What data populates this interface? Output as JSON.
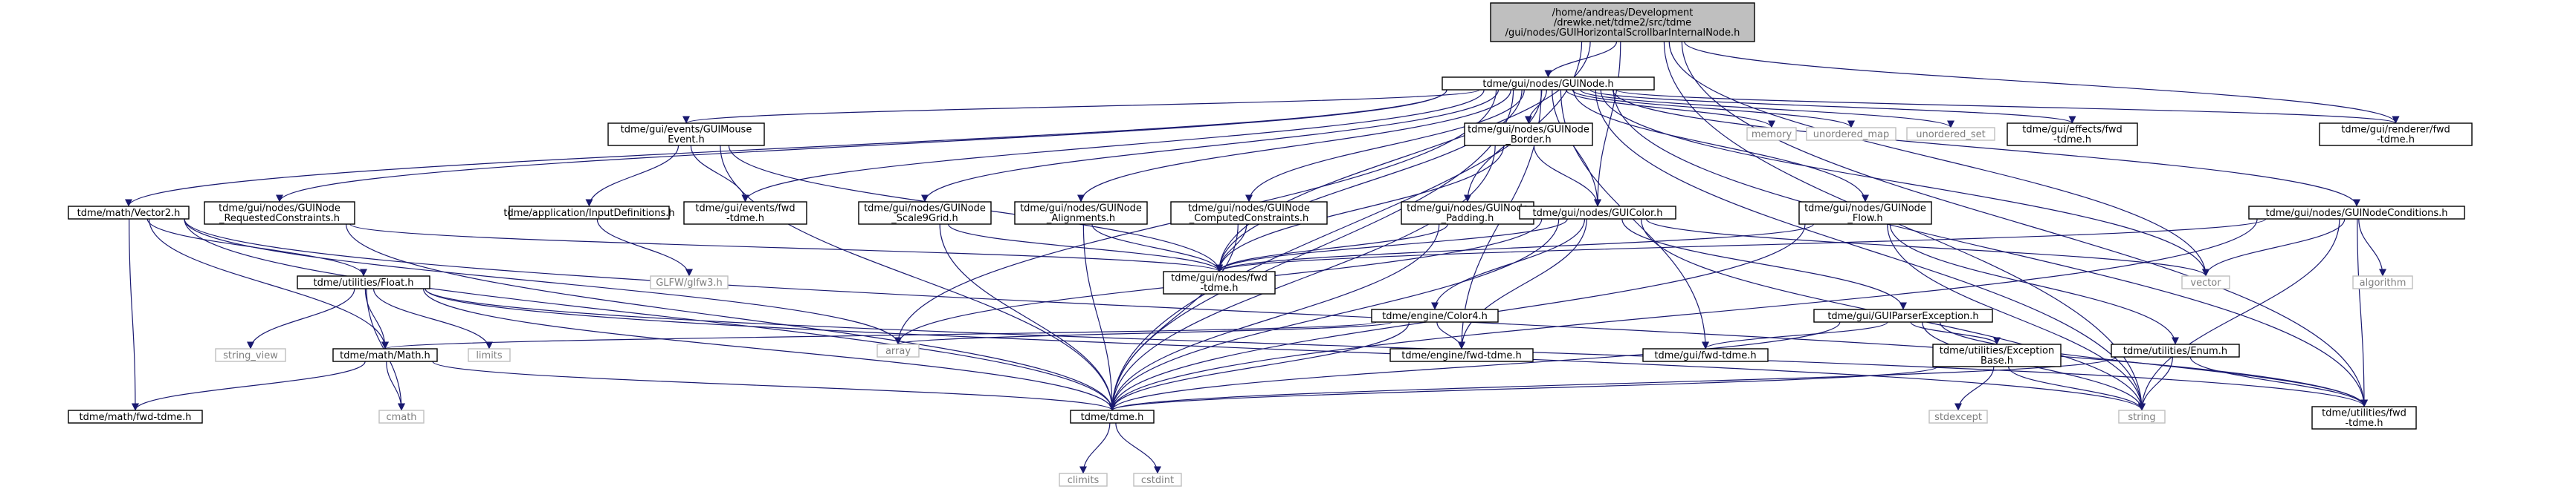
{
  "colors": {
    "edge": "#191970",
    "root_fill": "#bfbfbf",
    "node_border": "#000000",
    "external_border": "#bfbfbf",
    "external_text": "#7f7f7f",
    "text": "#000000"
  },
  "nodes": [
    {
      "id": "root",
      "lines": [
        "/home/andreas/Development",
        "/drewke.net/tdme2/src/tdme",
        "/gui/nodes/GUIHorizontalScrollbarInternalNode.h"
      ],
      "kind": "root"
    },
    {
      "id": "guinode",
      "lines": [
        "tdme/gui/nodes/GUINode.h"
      ],
      "kind": "file"
    },
    {
      "id": "renderer_fwd",
      "lines": [
        "tdme/gui/renderer/fwd",
        "-tdme.h"
      ],
      "kind": "file"
    },
    {
      "id": "mouse_event",
      "lines": [
        "tdme/gui/events/GUIMouse",
        "Event.h"
      ],
      "kind": "file"
    },
    {
      "id": "node_border",
      "lines": [
        "tdme/gui/nodes/GUINode",
        "_Border.h"
      ],
      "kind": "file"
    },
    {
      "id": "memory",
      "lines": [
        "memory"
      ],
      "kind": "external"
    },
    {
      "id": "unordered_map",
      "lines": [
        "unordered_map"
      ],
      "kind": "external"
    },
    {
      "id": "unordered_set",
      "lines": [
        "unordered_set"
      ],
      "kind": "external"
    },
    {
      "id": "effects_fwd",
      "lines": [
        "tdme/gui/effects/fwd",
        "-tdme.h"
      ],
      "kind": "file"
    },
    {
      "id": "vector2",
      "lines": [
        "tdme/math/Vector2.h"
      ],
      "kind": "file"
    },
    {
      "id": "requested",
      "lines": [
        "tdme/gui/nodes/GUINode",
        "_RequestedConstraints.h"
      ],
      "kind": "file"
    },
    {
      "id": "input_defs",
      "lines": [
        "tdme/application/InputDefinitions.h"
      ],
      "kind": "file"
    },
    {
      "id": "events_fwd",
      "lines": [
        "tdme/gui/events/fwd",
        "-tdme.h"
      ],
      "kind": "file"
    },
    {
      "id": "scale9",
      "lines": [
        "tdme/gui/nodes/GUINode",
        "_Scale9Grid.h"
      ],
      "kind": "file"
    },
    {
      "id": "alignments",
      "lines": [
        "tdme/gui/nodes/GUINode",
        "_Alignments.h"
      ],
      "kind": "file"
    },
    {
      "id": "computed",
      "lines": [
        "tdme/gui/nodes/GUINode",
        "_ComputedConstraints.h"
      ],
      "kind": "file"
    },
    {
      "id": "padding",
      "lines": [
        "tdme/gui/nodes/GUINode",
        "_Padding.h"
      ],
      "kind": "file"
    },
    {
      "id": "guicolor",
      "lines": [
        "tdme/gui/nodes/GUIColor.h"
      ],
      "kind": "file"
    },
    {
      "id": "flow",
      "lines": [
        "tdme/gui/nodes/GUINode",
        "_Flow.h"
      ],
      "kind": "file"
    },
    {
      "id": "conditions",
      "lines": [
        "tdme/gui/nodes/GUINodeConditions.h"
      ],
      "kind": "file"
    },
    {
      "id": "nodes_fwd",
      "lines": [
        "tdme/gui/nodes/fwd",
        "-tdme.h"
      ],
      "kind": "file"
    },
    {
      "id": "glfw",
      "lines": [
        "GLFW/glfw3.h"
      ],
      "kind": "external"
    },
    {
      "id": "vector",
      "lines": [
        "vector"
      ],
      "kind": "external"
    },
    {
      "id": "algorithm",
      "lines": [
        "algorithm"
      ],
      "kind": "external"
    },
    {
      "id": "float",
      "lines": [
        "tdme/utilities/Float.h"
      ],
      "kind": "file"
    },
    {
      "id": "color4",
      "lines": [
        "tdme/engine/Color4.h"
      ],
      "kind": "file"
    },
    {
      "id": "parser_exc",
      "lines": [
        "tdme/gui/GUIParserException.h"
      ],
      "kind": "file"
    },
    {
      "id": "string_view",
      "lines": [
        "string_view"
      ],
      "kind": "external"
    },
    {
      "id": "math",
      "lines": [
        "tdme/math/Math.h"
      ],
      "kind": "file"
    },
    {
      "id": "limits",
      "lines": [
        "limits"
      ],
      "kind": "external"
    },
    {
      "id": "array",
      "lines": [
        "array"
      ],
      "kind": "external"
    },
    {
      "id": "engine_fwd",
      "lines": [
        "tdme/engine/fwd-tdme.h"
      ],
      "kind": "file"
    },
    {
      "id": "gui_fwd",
      "lines": [
        "tdme/gui/fwd-tdme.h"
      ],
      "kind": "file"
    },
    {
      "id": "exc_base",
      "lines": [
        "tdme/utilities/Exception",
        "Base.h"
      ],
      "kind": "file"
    },
    {
      "id": "enum",
      "lines": [
        "tdme/utilities/Enum.h"
      ],
      "kind": "file"
    },
    {
      "id": "math_fwd",
      "lines": [
        "tdme/math/fwd-tdme.h"
      ],
      "kind": "file"
    },
    {
      "id": "cmath",
      "lines": [
        "cmath"
      ],
      "kind": "external"
    },
    {
      "id": "tdme_h",
      "lines": [
        "tdme/tdme.h"
      ],
      "kind": "file"
    },
    {
      "id": "string",
      "lines": [
        "string"
      ],
      "kind": "external"
    },
    {
      "id": "util_fwd",
      "lines": [
        "tdme/utilities/fwd",
        "-tdme.h"
      ],
      "kind": "file"
    },
    {
      "id": "stdexcept",
      "lines": [
        "stdexcept"
      ],
      "kind": "external"
    },
    {
      "id": "climits",
      "lines": [
        "climits"
      ],
      "kind": "external"
    },
    {
      "id": "cstdint",
      "lines": [
        "cstdint"
      ],
      "kind": "external"
    }
  ],
  "edges": [
    [
      "root",
      "guinode"
    ],
    [
      "root",
      "renderer_fwd"
    ],
    [
      "root",
      "guicolor"
    ],
    [
      "root",
      "string"
    ],
    [
      "root",
      "util_fwd"
    ],
    [
      "root",
      "tdme_h"
    ],
    [
      "root",
      "vector"
    ],
    [
      "root",
      "nodes_fwd"
    ],
    [
      "guinode",
      "renderer_fwd"
    ],
    [
      "guinode",
      "mouse_event"
    ],
    [
      "guinode",
      "node_border"
    ],
    [
      "guinode",
      "memory"
    ],
    [
      "guinode",
      "unordered_map"
    ],
    [
      "guinode",
      "unordered_set"
    ],
    [
      "guinode",
      "effects_fwd"
    ],
    [
      "guinode",
      "vector2"
    ],
    [
      "guinode",
      "requested"
    ],
    [
      "guinode",
      "events_fwd"
    ],
    [
      "guinode",
      "scale9"
    ],
    [
      "guinode",
      "alignments"
    ],
    [
      "guinode",
      "computed"
    ],
    [
      "guinode",
      "padding"
    ],
    [
      "guinode",
      "guicolor"
    ],
    [
      "guinode",
      "flow"
    ],
    [
      "guinode",
      "conditions"
    ],
    [
      "guinode",
      "nodes_fwd"
    ],
    [
      "guinode",
      "vector"
    ],
    [
      "guinode",
      "array"
    ],
    [
      "guinode",
      "gui_fwd"
    ],
    [
      "guinode",
      "engine_fwd"
    ],
    [
      "guinode",
      "tdme_h"
    ],
    [
      "guinode",
      "string"
    ],
    [
      "guinode",
      "util_fwd"
    ],
    [
      "mouse_event",
      "input_defs"
    ],
    [
      "mouse_event",
      "events_fwd"
    ],
    [
      "mouse_event",
      "nodes_fwd"
    ],
    [
      "mouse_event",
      "tdme_h"
    ],
    [
      "input_defs",
      "glfw"
    ],
    [
      "node_border",
      "guicolor"
    ],
    [
      "node_border",
      "nodes_fwd"
    ],
    [
      "node_border",
      "tdme_h"
    ],
    [
      "requested",
      "nodes_fwd"
    ],
    [
      "requested",
      "tdme_h"
    ],
    [
      "scale9",
      "nodes_fwd"
    ],
    [
      "scale9",
      "tdme_h"
    ],
    [
      "alignments",
      "nodes_fwd"
    ],
    [
      "alignments",
      "tdme_h"
    ],
    [
      "computed",
      "nodes_fwd"
    ],
    [
      "computed",
      "tdme_h"
    ],
    [
      "padding",
      "nodes_fwd"
    ],
    [
      "padding",
      "tdme_h"
    ],
    [
      "guicolor",
      "nodes_fwd"
    ],
    [
      "guicolor",
      "color4"
    ],
    [
      "guicolor",
      "parser_exc"
    ],
    [
      "guicolor",
      "array"
    ],
    [
      "guicolor",
      "vector"
    ],
    [
      "guicolor",
      "string"
    ],
    [
      "guicolor",
      "tdme_h"
    ],
    [
      "guicolor",
      "engine_fwd"
    ],
    [
      "flow",
      "nodes_fwd"
    ],
    [
      "flow",
      "enum"
    ],
    [
      "flow",
      "string"
    ],
    [
      "flow",
      "tdme_h"
    ],
    [
      "conditions",
      "nodes_fwd"
    ],
    [
      "conditions",
      "algorithm"
    ],
    [
      "conditions",
      "vector"
    ],
    [
      "conditions",
      "string"
    ],
    [
      "conditions",
      "tdme_h"
    ],
    [
      "conditions",
      "util_fwd"
    ],
    [
      "vector2",
      "float"
    ],
    [
      "vector2",
      "math"
    ],
    [
      "vector2",
      "math_fwd"
    ],
    [
      "vector2",
      "array"
    ],
    [
      "vector2",
      "tdme_h"
    ],
    [
      "vector2",
      "util_fwd"
    ],
    [
      "float",
      "string_view"
    ],
    [
      "float",
      "math"
    ],
    [
      "float",
      "limits"
    ],
    [
      "float",
      "cmath"
    ],
    [
      "float",
      "tdme_h"
    ],
    [
      "float",
      "string"
    ],
    [
      "float",
      "util_fwd"
    ],
    [
      "color4",
      "math"
    ],
    [
      "color4",
      "array"
    ],
    [
      "color4",
      "engine_fwd"
    ],
    [
      "color4",
      "tdme_h"
    ],
    [
      "parser_exc",
      "gui_fwd"
    ],
    [
      "parser_exc",
      "exc_base"
    ],
    [
      "parser_exc",
      "string"
    ],
    [
      "parser_exc",
      "tdme_h"
    ],
    [
      "parser_exc",
      "util_fwd"
    ],
    [
      "exc_base",
      "stdexcept"
    ],
    [
      "exc_base",
      "string"
    ],
    [
      "exc_base",
      "tdme_h"
    ],
    [
      "enum",
      "string"
    ],
    [
      "enum",
      "tdme_h"
    ],
    [
      "enum",
      "util_fwd"
    ],
    [
      "math",
      "math_fwd"
    ],
    [
      "math",
      "cmath"
    ],
    [
      "math",
      "tdme_h"
    ],
    [
      "tdme_h",
      "climits"
    ],
    [
      "tdme_h",
      "cstdint"
    ]
  ]
}
